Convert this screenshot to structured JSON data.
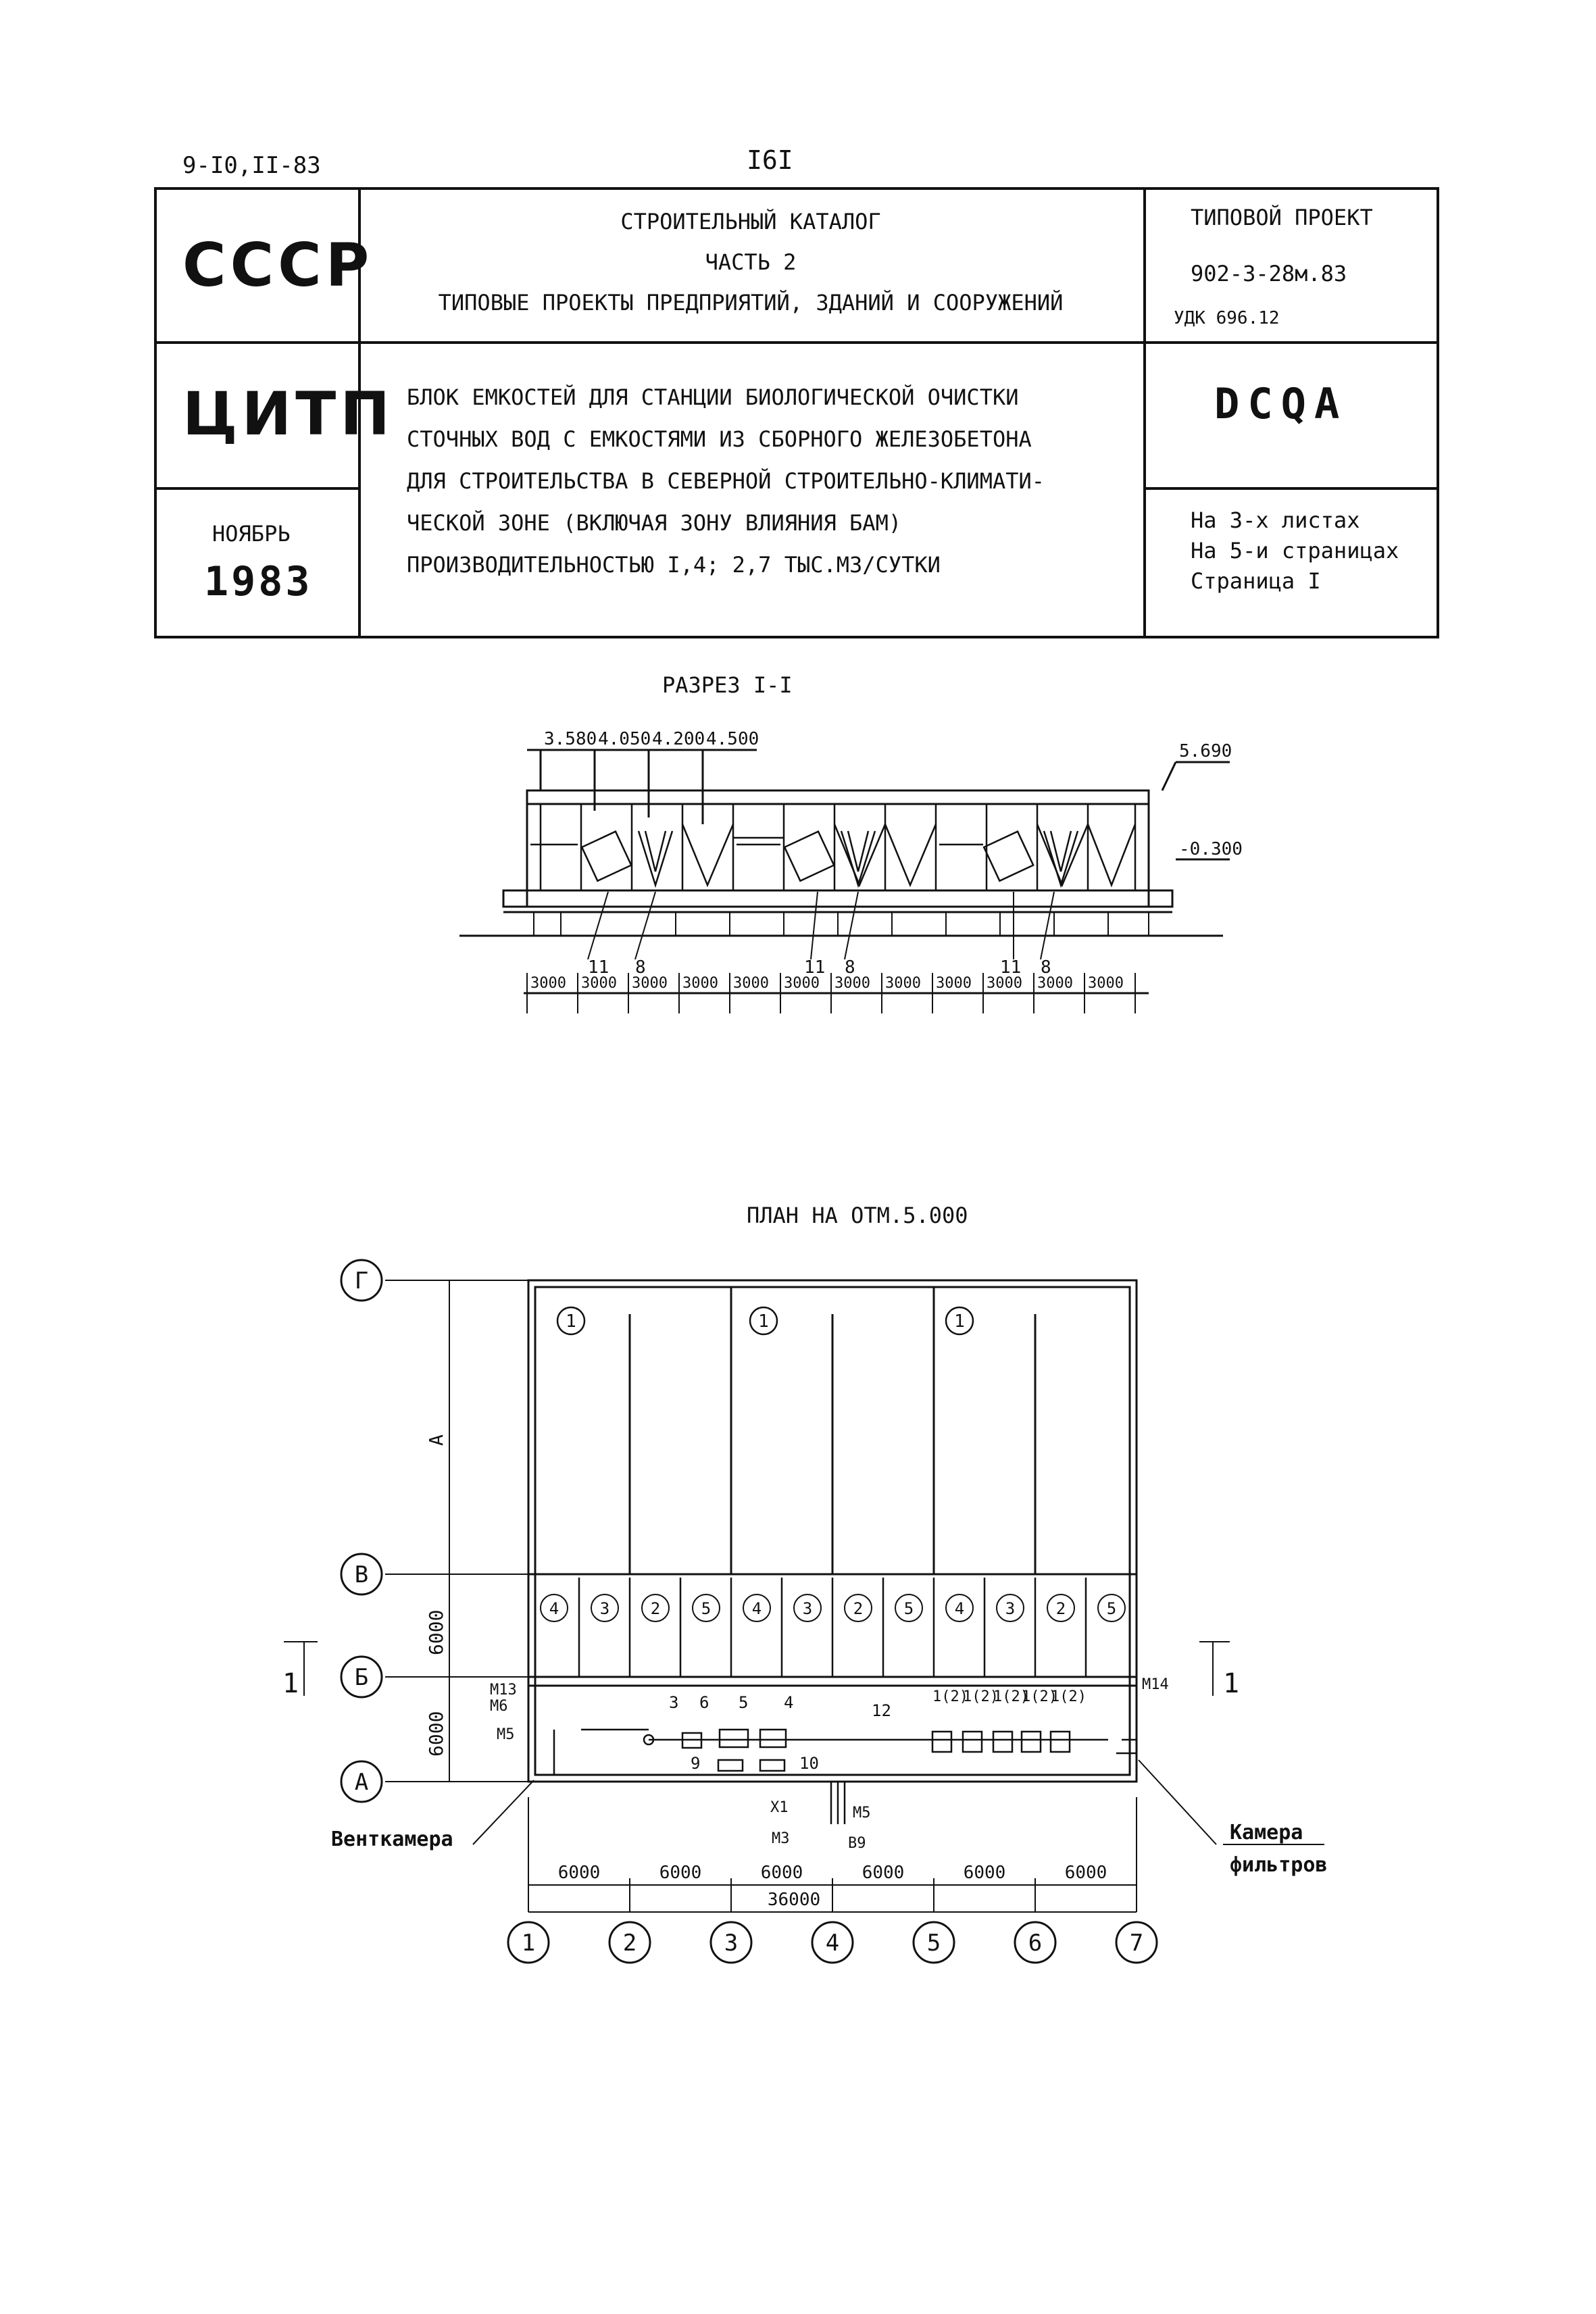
{
  "header": {
    "code": "9-I0,II-83",
    "page_number": "I6I"
  },
  "title_block": {
    "org1": "СССР",
    "org2": "ЦИТП",
    "month": "НОЯБРЬ",
    "year": "1983",
    "catalog_lines": [
      "СТРОИТЕЛЬНЫЙ КАТАЛОГ",
      "ЧАСТЬ 2",
      "ТИПОВЫЕ ПРОЕКТЫ ПРЕДПРИЯТИЙ, ЗДАНИЙ И СООРУЖЕНИЙ"
    ],
    "project_label": "ТИПОВОЙ ПРОЕКТ",
    "project_number": "902-3-28м.83",
    "udk": "УДК 696.12",
    "description_lines": [
      "БЛОК ЕМКОСТЕЙ ДЛЯ СТАНЦИИ БИОЛОГИЧЕСКОЙ ОЧИСТКИ",
      "СТОЧНЫХ ВОД С ЕМКОСТЯМИ ИЗ СБОРНОГО ЖЕЛЕЗОБЕТОНА",
      "ДЛЯ СТРОИТЕЛЬСТВА В СЕВЕРНОЙ СТРОИТЕЛЬНО-КЛИМАТИ-",
      "ЧЕСКОЙ ЗОНЕ (ВКЛЮЧАЯ ЗОНУ ВЛИЯНИЯ БАМ)",
      "ПРОИЗВОДИТЕЛЬНОСТЬЮ I,4; 2,7 ТЫС.М3/СУТКИ"
    ],
    "code": "DCQA",
    "sheets": "На 3-х листах",
    "pages": "На 5-и страницах",
    "page": "Страница I"
  },
  "section": {
    "title": "РАЗРЕЗ I-I",
    "top_marks": [
      "3.580",
      "4.050",
      "4.200",
      "4.500"
    ],
    "right_mark_top": "5.690",
    "right_mark_low": "-0.300",
    "callouts": [
      "11",
      "8",
      "11",
      "8",
      "11",
      "8"
    ],
    "dims": [
      "3000",
      "3000",
      "3000",
      "3000",
      "3000",
      "3000",
      "3000",
      "3000",
      "3000",
      "3000",
      "3000",
      "3000"
    ]
  },
  "plan": {
    "title": "ПЛАН НА ОТМ.5.000",
    "axis_rows": [
      "Г",
      "В",
      "Б",
      "А"
    ],
    "axis_cols": [
      "1",
      "2",
      "3",
      "4",
      "5",
      "6",
      "7"
    ],
    "row_dim_label": "А",
    "row_dims": [
      "6000",
      "6000"
    ],
    "col_dims": [
      "6000",
      "6000",
      "6000",
      "6000",
      "6000",
      "6000"
    ],
    "total_dim": "36000",
    "tank_labels": [
      "1",
      "1",
      "1"
    ],
    "cell_labels": [
      "4",
      "3",
      "2",
      "5",
      "4",
      "3",
      "2",
      "5",
      "4",
      "3",
      "2",
      "5"
    ],
    "equipment_labels": [
      "3",
      "6",
      "5",
      "4",
      "12",
      "9",
      "10"
    ],
    "equipment_row_labels": [
      "1(2)",
      "1(2)",
      "1(2)",
      "1(2)",
      "1(2)"
    ],
    "pipe_labels_left": [
      "М13",
      "М6",
      "М5"
    ],
    "pipe_label_right": "М14",
    "pipe_labels_bottom": [
      "Х1",
      "М5",
      "М3",
      "В9"
    ],
    "cut_label": "1",
    "vent_chamber": "Венткамера",
    "filter_chamber_1": "Камера",
    "filter_chamber_2": "фильтров"
  }
}
